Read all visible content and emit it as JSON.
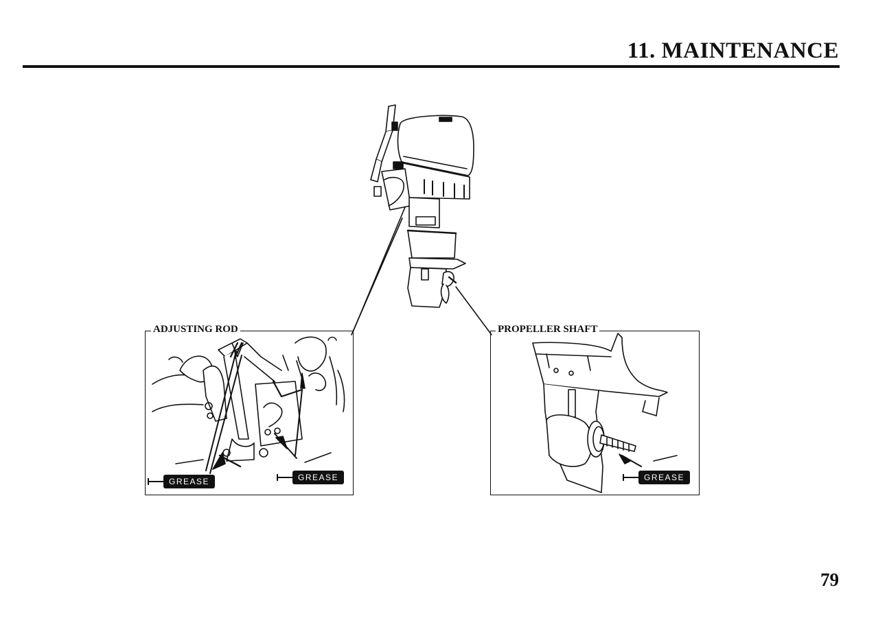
{
  "header": {
    "section_title": "11. MAINTENANCE"
  },
  "callouts": {
    "adjusting_rod": "ADJUSTING ROD",
    "propeller_shaft": "PROPELLER SHAFT"
  },
  "grease_labels": [
    "GREASE",
    "GREASE",
    "GREASE"
  ],
  "footer": {
    "page_number": "79"
  }
}
